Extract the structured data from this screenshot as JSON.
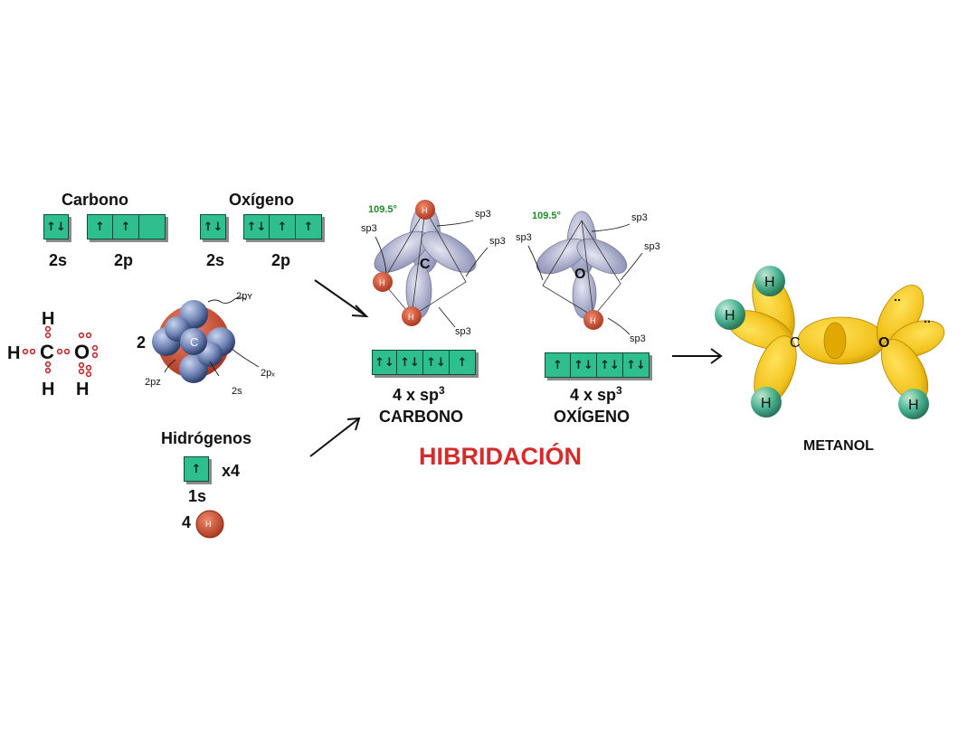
{
  "carbono": {
    "title": "Carbono",
    "s_label": "2s",
    "p_label": "2p",
    "s_box": [
      "↑↓"
    ],
    "p_boxes": [
      "↑",
      "↑",
      ""
    ]
  },
  "oxigeno": {
    "title": "Oxígeno",
    "s_label": "2s",
    "p_label": "2p",
    "s_box": [
      "↑↓"
    ],
    "p_boxes": [
      "↑↓",
      "↑",
      "↑"
    ]
  },
  "lewis": {
    "atoms": {
      "h_left": "H",
      "c": "C",
      "o": "O",
      "h_top": "H",
      "h_bottom": "H",
      "h_o": "H"
    }
  },
  "carbon_model": {
    "coefficient": "2",
    "center": "C",
    "labels": {
      "py": "2pʏ",
      "px": "2pₓ",
      "pz": "2pᴢ",
      "s": "2s"
    }
  },
  "hidrogenos": {
    "title": "Hidrógenos",
    "box": "↑",
    "multiplier": "x4",
    "orbital": "1s",
    "count": "4",
    "atom": "H"
  },
  "hibridacion": {
    "title": "HIBRIDACIÓN",
    "carbono": {
      "angle": "109.5°",
      "center": "C",
      "h_label": "H",
      "sp3": "sp3",
      "boxes": [
        "↑↓",
        "↑↓",
        "↑↓",
        "↑"
      ],
      "formula_main": "4 x sp",
      "formula_sup": "3",
      "caption": "CARBONO"
    },
    "oxigeno": {
      "angle": "109.5°",
      "center": "O",
      "h_label": "H",
      "sp3": "sp3",
      "boxes": [
        "↑",
        "↑↓",
        "↑↓",
        "↑↓"
      ],
      "formula_main": "4 x sp",
      "formula_sup": "3",
      "caption": "OXÍGENO"
    }
  },
  "metanol": {
    "title": "METANOL",
    "c": "C",
    "o": "O",
    "h": "H",
    "lone_pair": ".."
  },
  "colors": {
    "orbital_box": "#2fbf8f",
    "title_red": "#d62b2b",
    "lobe_yellow": "#f2c21c",
    "hydrogen_green": "#3fae8c",
    "hydrogen_red": "#d9553a",
    "lobe_gray": "#a9adc9"
  }
}
